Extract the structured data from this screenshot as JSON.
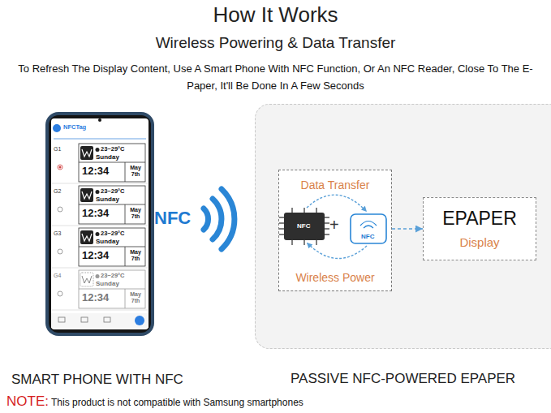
{
  "diagram": {
    "title": "How It Works",
    "nodes": [
      {
        "text": [
          "SMART PHONE WITH NFC"
        ]
      },
      {
        "text": [
          "PASSIVE NFC-POWERED EPAPER"
        ]
      },
      {
        "text": [
          "Data Transfer",
          "Wireless Power"
        ],
        "in": 1
      },
      {
        "text": [
          "EPAPER",
          "Display"
        ],
        "in": 1
      }
    ],
    "edges": [
      {
        "from": 2,
        "to": 3,
        "arrow": "to"
      }
    ],
    "labels": [
      "Wireless Powering & Data Transfer",
      "To Refresh The Display Content, Use A Smart Phone With NFC Function, Or An NFC Reader, Close To The E-Paper, It'll Be Done In A Few Seconds",
      "NFCTag",
      "G1",
      "23~29°C",
      "Sunday",
      "12:34",
      "May 7th",
      "G2",
      "23~29°C",
      "Sunday",
      "12:34",
      "May 7th",
      "G3",
      "23~29°C",
      "Sunday",
      "12:34",
      "May 7th",
      "G4",
      "23~29°C",
      "Sunday",
      "12:34",
      "May 7th",
      "NFC",
      "NFC",
      "NFC",
      "+",
      "NOTE:",
      "This product is not compatible with Samsung smartphones"
    ]
  }
}
